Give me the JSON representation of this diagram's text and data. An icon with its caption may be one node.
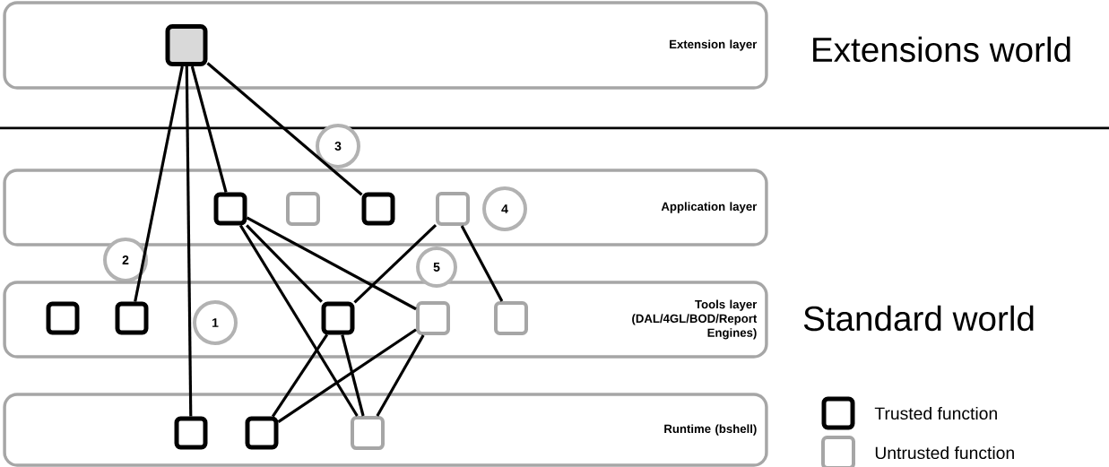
{
  "diagram": {
    "nodes": [
      {
        "text": [
          "Extension layer"
        ]
      },
      {
        "text": [],
        "shape": "box",
        "in": 0
      },
      {
        "text": [
          "Application layer"
        ]
      },
      {
        "text": [],
        "shape": "box",
        "in": 2
      },
      {
        "text": [],
        "shape": "box",
        "in": 2
      },
      {
        "text": [],
        "shape": "box",
        "in": 2
      },
      {
        "text": [],
        "shape": "box",
        "in": 2
      },
      {
        "text": [
          "4"
        ],
        "in": 2
      },
      {
        "text": [
          "3"
        ]
      },
      {
        "text": [
          "2"
        ]
      },
      {
        "text": [
          "Tools layer (DAL/4GL/BOD/Report Engines)"
        ]
      },
      {
        "text": [],
        "shape": "box",
        "in": 10
      },
      {
        "text": [],
        "shape": "box",
        "in": 10
      },
      {
        "text": [
          "1"
        ],
        "in": 10
      },
      {
        "text": [],
        "shape": "box",
        "in": 10
      },
      {
        "text": [],
        "shape": "box",
        "in": 10
      },
      {
        "text": [],
        "shape": "box",
        "in": 10
      },
      {
        "text": [
          "5"
        ]
      },
      {
        "text": [
          "Runtime (bshell)"
        ]
      },
      {
        "text": [],
        "shape": "box",
        "in": 18
      },
      {
        "text": [],
        "shape": "box",
        "in": 18
      },
      {
        "text": [],
        "shape": "box",
        "in": 18
      }
    ],
    "edges": [
      {
        "from": 1,
        "to": 12,
        "arrow": "none"
      },
      {
        "from": 1,
        "to": 19,
        "arrow": "none"
      },
      {
        "from": 1,
        "to": 3,
        "arrow": "none"
      },
      {
        "from": 1,
        "to": 5,
        "arrow": "none"
      },
      {
        "from": 3,
        "to": 14,
        "arrow": "none"
      },
      {
        "from": 3,
        "to": 15,
        "arrow": "none"
      },
      {
        "from": 3,
        "to": 21,
        "arrow": "none"
      },
      {
        "from": 6,
        "to": 14,
        "arrow": "none"
      },
      {
        "from": 6,
        "to": 16,
        "arrow": "none"
      },
      {
        "from": 14,
        "to": 20,
        "arrow": "none"
      },
      {
        "from": 14,
        "to": 21,
        "arrow": "none"
      },
      {
        "from": 15,
        "to": 20,
        "arrow": "none"
      },
      {
        "from": 15,
        "to": 21,
        "arrow": "none"
      }
    ],
    "labels": [
      "Extensions world",
      "Standard world"
    ],
    "legend": [
      {
        "text": "Trusted function"
      },
      {
        "text": "Untrusted function"
      }
    ]
  }
}
